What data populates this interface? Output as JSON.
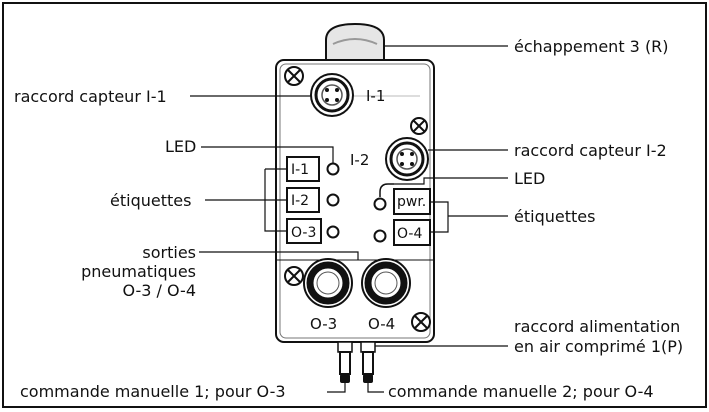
{
  "labels": {
    "exhaust": "échappement 3 (R)",
    "sensor_i1": "raccord capteur I-1",
    "led_left": "LED",
    "sensor_i2": "raccord capteur I-2",
    "led_right": "LED",
    "labels_left": "étiquettes",
    "labels_right": "étiquettes",
    "outputs_line1": "sorties",
    "outputs_line2": "pneumatiques",
    "outputs_line3": "O-3 / O-4",
    "supply_line1": "raccord alimentation",
    "supply_line2": "en air comprimé 1(P)",
    "manual1": "commande manuelle 1; pour O-3",
    "manual2": "commande manuelle 2; pour O-4"
  },
  "device": {
    "port_i1": "I-1",
    "port_i2": "I-2",
    "out_o3": "O-3",
    "out_o4": "O-4",
    "tag_i1": "I-1",
    "tag_i2": "I-2",
    "tag_o3": "O-3",
    "tag_pwr": "pwr.",
    "tag_o4": "O-4"
  }
}
